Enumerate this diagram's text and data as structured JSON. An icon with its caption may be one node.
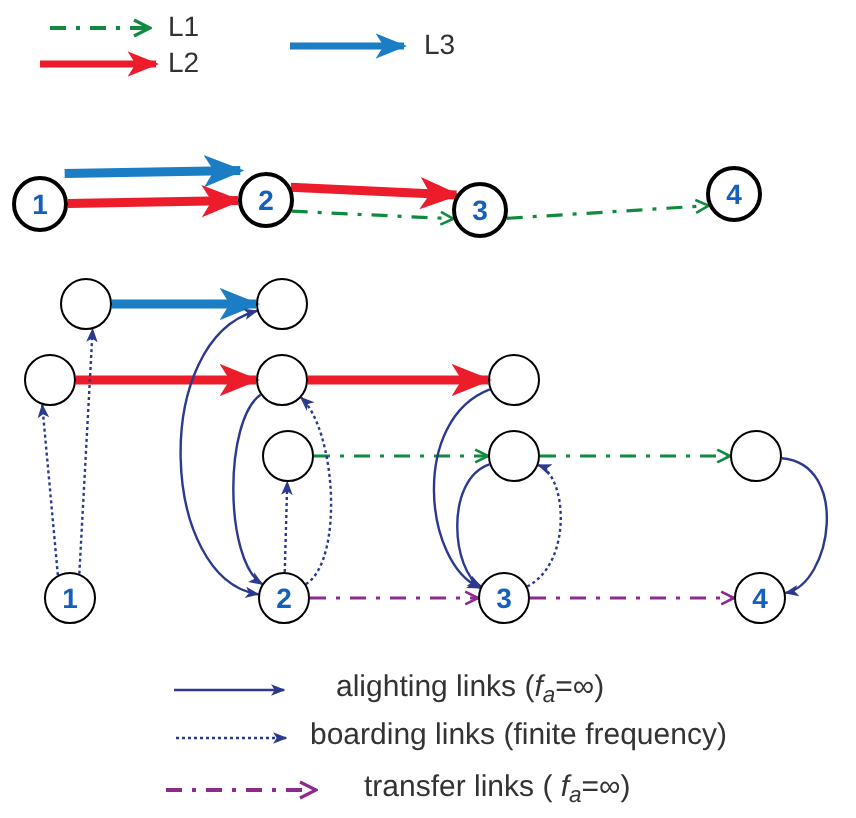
{
  "diagram": {
    "nodes": [
      {
        "text": [
          "1"
        ]
      },
      {
        "text": [
          "2"
        ]
      },
      {
        "text": [
          "3"
        ]
      },
      {
        "text": [
          "4"
        ]
      },
      {
        "text": [],
        "shape": "circle"
      },
      {
        "text": [],
        "shape": "circle"
      },
      {
        "text": [],
        "shape": "circle"
      },
      {
        "text": [],
        "shape": "circle"
      },
      {
        "text": [],
        "shape": "circle"
      },
      {
        "text": [],
        "shape": "circle"
      },
      {
        "text": [],
        "shape": "circle"
      },
      {
        "text": [],
        "shape": "circle"
      },
      {
        "text": [
          "1"
        ]
      },
      {
        "text": [
          "2"
        ]
      },
      {
        "text": [
          "3"
        ]
      },
      {
        "text": [
          "4"
        ]
      }
    ],
    "edges": [
      {
        "from": 0,
        "to": 1,
        "arrow": "to",
        "style": "thick",
        "color": "#1b7dc4"
      },
      {
        "from": 0,
        "to": 1,
        "arrow": "to",
        "style": "thick",
        "color": "#ec1c2a"
      },
      {
        "from": 1,
        "to": 2,
        "arrow": "to",
        "style": "thick",
        "color": "#ec1c2a"
      },
      {
        "from": 1,
        "to": 2,
        "arrow": "to",
        "style": "dashed",
        "color": "#0f8a3e"
      },
      {
        "from": 2,
        "to": 3,
        "arrow": "to",
        "style": "dashed",
        "color": "#0f8a3e"
      },
      {
        "from": 4,
        "to": 5,
        "arrow": "to",
        "style": "thick",
        "color": "#1b7dc4"
      },
      {
        "from": 6,
        "to": 7,
        "arrow": "to",
        "style": "thick",
        "color": "#ec1c2a"
      },
      {
        "from": 7,
        "to": 8,
        "arrow": "to",
        "style": "thick",
        "color": "#ec1c2a"
      },
      {
        "from": 9,
        "to": 10,
        "arrow": "to",
        "style": "dashed",
        "color": "#0f8a3e"
      },
      {
        "from": 10,
        "to": 11,
        "arrow": "to",
        "style": "dashed",
        "color": "#0f8a3e"
      },
      {
        "from": 12,
        "to": 6,
        "arrow": "to",
        "style": "dashed"
      },
      {
        "from": 12,
        "to": 4,
        "arrow": "to",
        "style": "dashed"
      },
      {
        "from": 5,
        "to": 13,
        "arrow": "both"
      },
      {
        "from": 7,
        "to": 13,
        "arrow": "to"
      },
      {
        "from": 13,
        "to": 9,
        "arrow": "to",
        "style": "dashed"
      },
      {
        "from": 13,
        "to": 7,
        "arrow": "to",
        "style": "dashed"
      },
      {
        "from": 8,
        "to": 14,
        "arrow": "to"
      },
      {
        "from": 10,
        "to": 14,
        "arrow": "to"
      },
      {
        "from": 14,
        "to": 10,
        "arrow": "to",
        "style": "dashed"
      },
      {
        "from": 11,
        "to": 15,
        "arrow": "to"
      },
      {
        "from": 13,
        "to": 14,
        "arrow": "to",
        "style": "dashed",
        "color": "#8e2a8e"
      },
      {
        "from": 14,
        "to": 15,
        "arrow": "to",
        "style": "dashed",
        "color": "#8e2a8e"
      }
    ],
    "legend": [
      {
        "text": "L1"
      },
      {
        "text": "L2"
      },
      {
        "text": "L3"
      },
      {
        "text": "alighting links (*f*$_{a}$=∞)"
      },
      {
        "text": "boarding links (finite frequency)"
      },
      {
        "text": "transfer links ( *f*$_{a}$=∞)"
      }
    ]
  }
}
